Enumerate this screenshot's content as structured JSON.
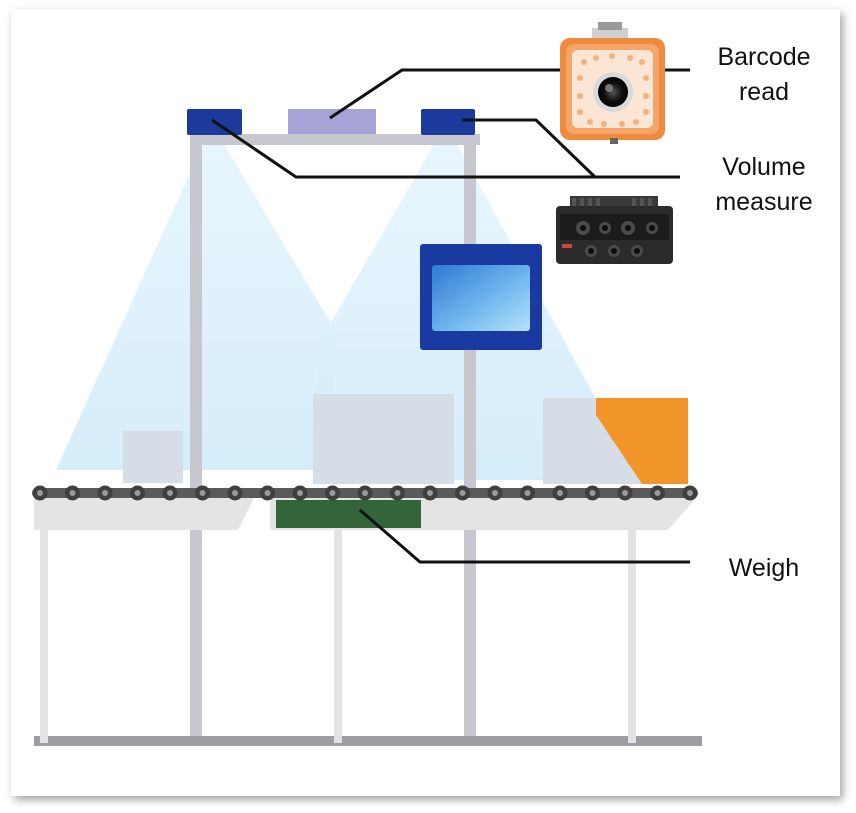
{
  "labels": {
    "barcode_line1": "Barcode",
    "barcode_line2": "read",
    "volume_line1": "Volume",
    "volume_line2": "measure",
    "weigh": "Weigh"
  },
  "colors": {
    "frame": "#c4c4cc",
    "sensor_blue": "#1c3a9c",
    "scanner_purple": "#a6a3d6",
    "light_beam": "#d6eefb",
    "screen_frame": "#1a3aa2",
    "screen_glass": "#3f8bd8",
    "box_gray": "#d7dde6",
    "box_orange": "#f1952b",
    "weigh_plate": "#33643a",
    "conveyor_base": "#e4e4e4",
    "roller": "#4b4b4b",
    "leader_line": "#111111",
    "barcode_reader_body": "#ef8b3d",
    "volume_sensor_body": "#2b2b2b"
  },
  "icons": {
    "barcode_reader": "industrial-camera-icon",
    "volume_sensor": "3d-depth-camera-icon"
  }
}
